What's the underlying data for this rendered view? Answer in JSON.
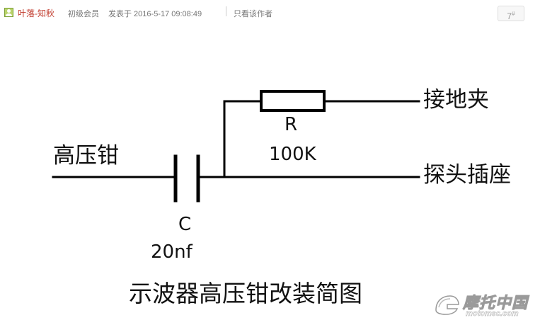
{
  "post": {
    "username": "叶落-知秋",
    "rank": "初级会员",
    "posted_label": "发表于 2016-5-17 09:08:49",
    "only_author": "只看该作者",
    "floor_number": "7",
    "floor_mark": "#"
  },
  "diagram": {
    "labels": {
      "clamp": "高压钳",
      "ground": "接地夹",
      "probe": "探头插座",
      "resistor_name": "R",
      "resistor_value": "100K",
      "capacitor_name": "C",
      "capacitor_value": "20nf"
    },
    "caption": "示波器高压钳改装简图"
  },
  "watermark": {
    "site_name": "摩托中国",
    "site_domain": "motomsc.com"
  },
  "icons": {
    "avatar": "user-avatar-icon",
    "logo": "helmet-logo-icon"
  }
}
